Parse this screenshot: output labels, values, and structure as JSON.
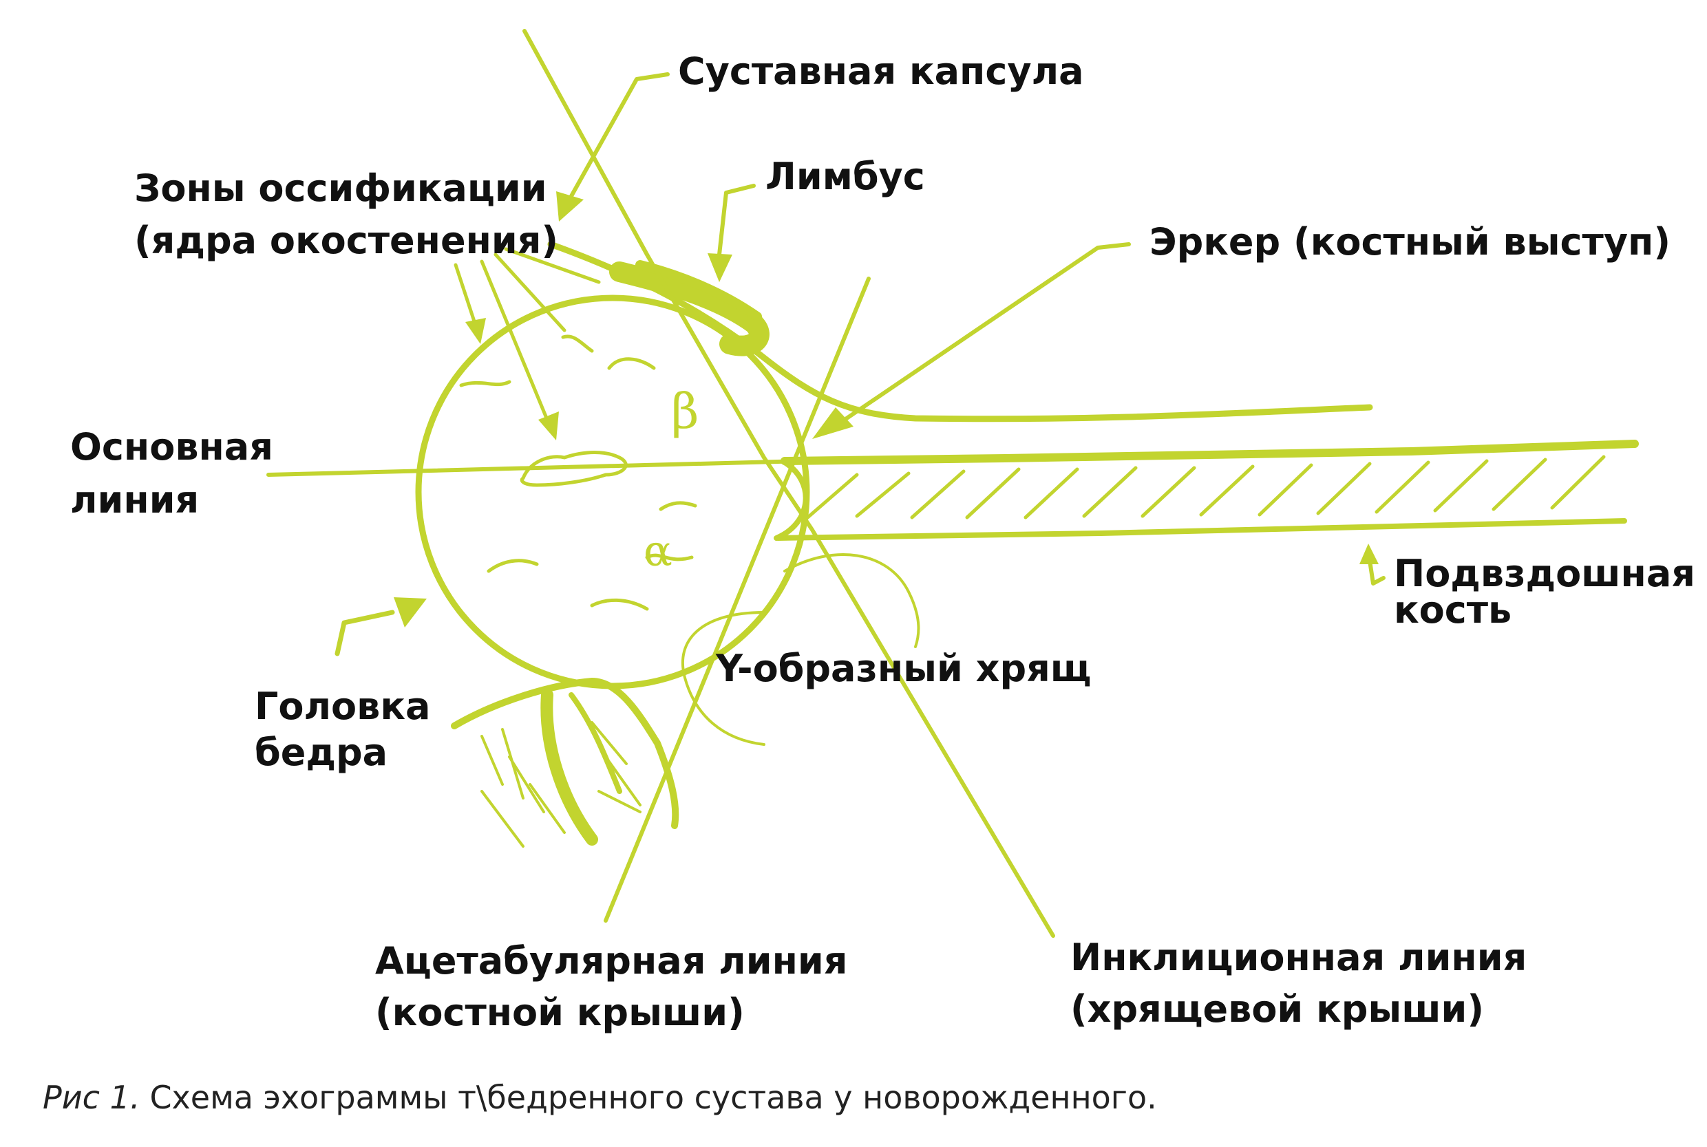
{
  "labels": {
    "capsule": "Суставная капсула",
    "ossification_1": "Зоны оссификации",
    "ossification_2": "(ядра окостенения)",
    "limbus": "Лимбус",
    "erker": "Эркер (костный выступ)",
    "base_line_1": "Основная",
    "base_line_2": "линия",
    "ilium_1": "Подвздошная",
    "ilium_2": "кость",
    "y_cartilage": "Y-образный хрящ",
    "femoral_head_1": "Головка",
    "femoral_head_2": "бедра",
    "acetabular_1": "Ацетабулярная линия",
    "acetabular_2": "(костной крыши)",
    "inclination_1": "Инклиционная линия",
    "inclination_2": "(хрящевой крыши)"
  },
  "angle_symbols": {
    "beta": "β",
    "alpha": "α"
  },
  "caption": {
    "prefix": "Рис 1.",
    "text": "Схема эхограммы т\\бедренного сустава у новорожденного."
  },
  "colors": {
    "drawing": "#c2d42f",
    "text": "#111111",
    "background": "#ffffff"
  }
}
